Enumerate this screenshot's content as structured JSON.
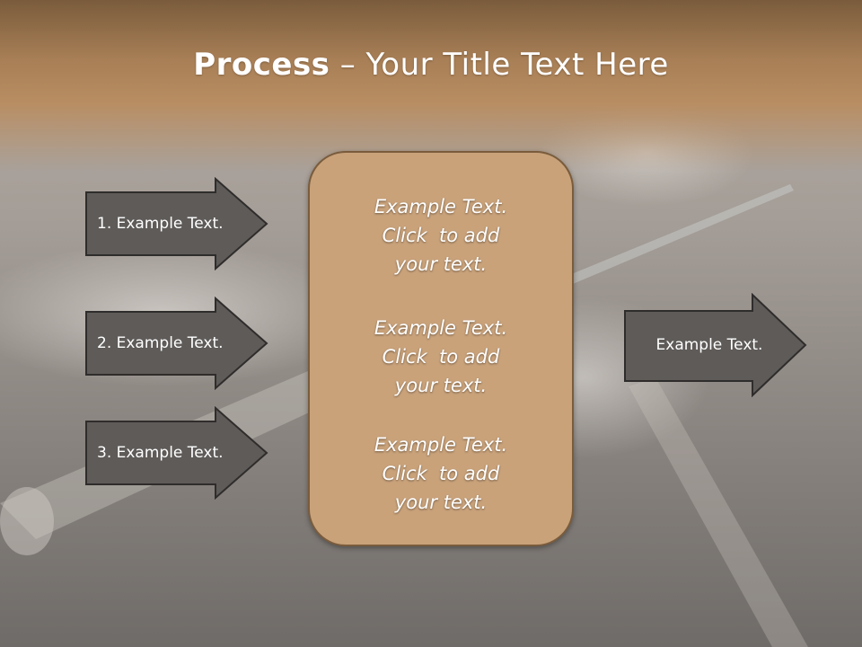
{
  "title": {
    "bold": "Process",
    "rest": " – Your Title Text Here"
  },
  "left_steps": [
    {
      "label": "1. Example Text."
    },
    {
      "label": "2. Example Text."
    },
    {
      "label": "3. Example Text."
    }
  ],
  "center_items": [
    {
      "line1": "Example Text.",
      "line2": "Click  to add",
      "line3": "your text."
    },
    {
      "line1": "Example Text.",
      "line2": "Click  to add",
      "line3": "your text."
    },
    {
      "line1": "Example Text.",
      "line2": "Click  to add",
      "line3": "your text."
    }
  ],
  "right_output": {
    "label": "Example Text."
  },
  "colors": {
    "header": "#a87f56",
    "arrow_fill": "#5e5b59",
    "box_fill": "#c9a27a",
    "box_border": "#7a5c3c"
  }
}
